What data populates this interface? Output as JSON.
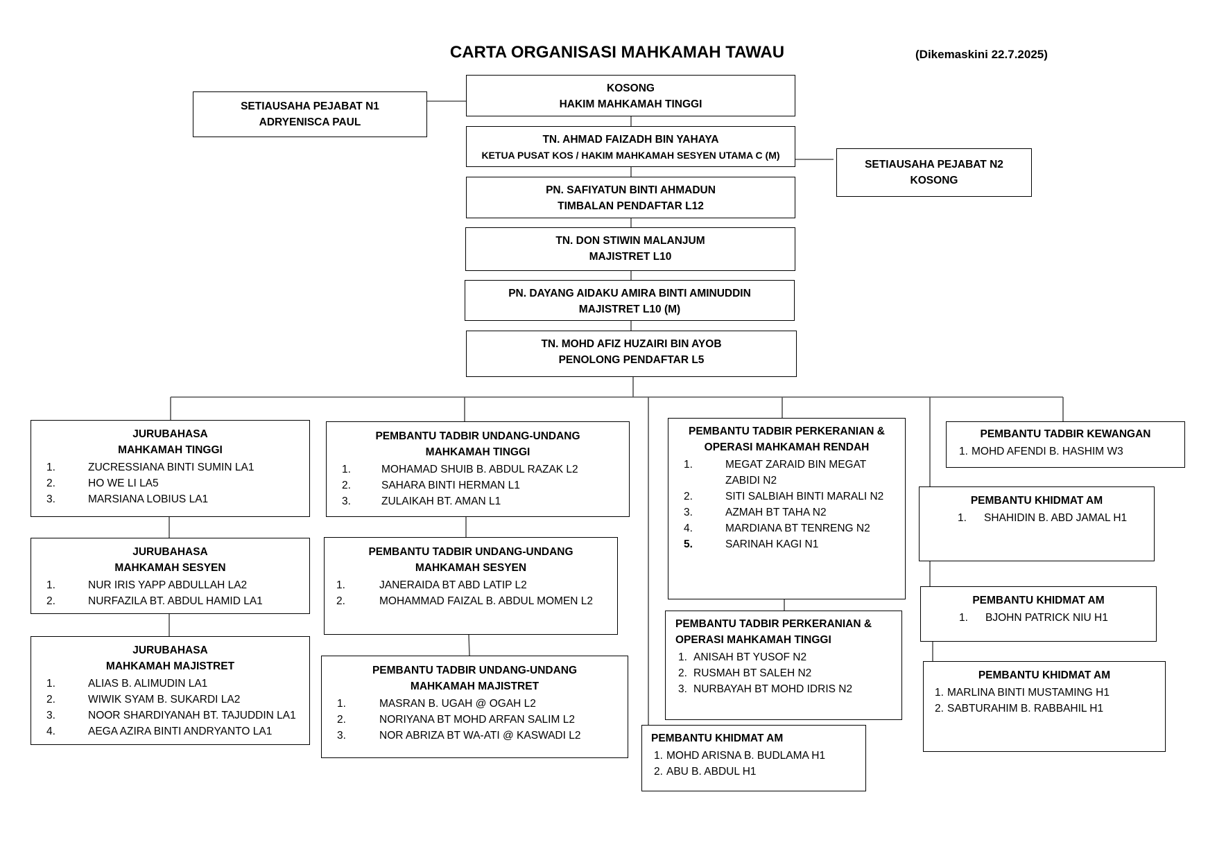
{
  "header": {
    "title": "CARTA ORGANISASI MAHKAMAH TAWAU",
    "updated": "(Dikemaskini 22.7.2025)"
  },
  "hierarchy": [
    {
      "name": "KOSONG",
      "role": "HAKIM MAHKAMAH TINGGI"
    },
    {
      "name": "TN. AHMAD FAIZADH BIN YAHAYA",
      "role": "KETUA PUSAT KOS / HAKIM MAHKAMAH SESYEN UTAMA C (M)"
    },
    {
      "name": "PN. SAFIYATUN BINTI AHMADUN",
      "role": "TIMBALAN PENDAFTAR L12"
    },
    {
      "name": "TN. DON STIWIN MALANJUM",
      "role": "MAJISTRET L10"
    },
    {
      "name": "PN. DAYANG AIDAKU AMIRA BINTI AMINUDDIN",
      "role": "MAJISTRET L10 (M)"
    },
    {
      "name": "TN. MOHD AFIZ HUZAIRI BIN AYOB",
      "role": "PENOLONG PENDAFTAR L5"
    }
  ],
  "secretaries": {
    "n1": {
      "title": "SETIAUSAHA PEJABAT N1",
      "name": "ADRYENISCA PAUL"
    },
    "n2": {
      "title": "SETIAUSAHA PEJABAT N2",
      "name": "KOSONG"
    }
  },
  "units": {
    "jb_mt": {
      "title": [
        "JURUBAHASA",
        "MAHKAMAH TINGGI"
      ],
      "items": [
        {
          "n": "1.",
          "t": "ZUCRESSIANA BINTI SUMIN LA1"
        },
        {
          "n": "2.",
          "t": "HO WE LI LA5"
        },
        {
          "n": "3.",
          "t": "MARSIANA LOBIUS LA1"
        }
      ]
    },
    "jb_ms": {
      "title": [
        "JURUBAHASA",
        "MAHKAMAH SESYEN"
      ],
      "items": [
        {
          "n": "1.",
          "t": "NUR IRIS YAPP ABDULLAH LA2"
        },
        {
          "n": "2.",
          "t": "NURFAZILA BT. ABDUL HAMID LA1"
        }
      ]
    },
    "jb_mm": {
      "title": [
        "JURUBAHASA",
        "MAHKAMAH MAJISTRET"
      ],
      "items": [
        {
          "n": "1.",
          "t": "ALIAS B. ALIMUDIN LA1"
        },
        {
          "n": "2.",
          "t": "WIWIK SYAM B. SUKARDI LA2"
        },
        {
          "n": "3.",
          "t": "NOOR SHARDIYANAH BT. TAJUDDIN LA1"
        },
        {
          "n": "4.",
          "t": "AEGA AZIRA BINTI ANDRYANTO LA1"
        }
      ]
    },
    "ptu_mt": {
      "title": [
        "PEMBANTU TADBIR UNDANG-UNDANG",
        "MAHKAMAH TINGGI"
      ],
      "items": [
        {
          "n": "1.",
          "t": "MOHAMAD SHUIB B. ABDUL RAZAK L2"
        },
        {
          "n": "2.",
          "t": "SAHARA BINTI HERMAN L1"
        },
        {
          "n": "3.",
          "t": "ZULAIKAH BT. AMAN L1"
        }
      ]
    },
    "ptu_ms": {
      "title": [
        "PEMBANTU TADBIR UNDANG-UNDANG",
        "MAHKAMAH SESYEN"
      ],
      "items": [
        {
          "n": "1.",
          "t": "JANERAIDA BT ABD LATIP L2"
        },
        {
          "n": "2.",
          "t": "MOHAMMAD FAIZAL B. ABDUL MOMEN L2"
        }
      ]
    },
    "ptu_mm": {
      "title": [
        "PEMBANTU TADBIR UNDANG-UNDANG",
        "MAHKAMAH MAJISTRET"
      ],
      "items": [
        {
          "n": "1.",
          "t": "MASRAN B. UGAH @ OGAH L2"
        },
        {
          "n": "2.",
          "t": "NORIYANA BT MOHD ARFAN SALIM L2"
        },
        {
          "n": "3.",
          "t": "NOR ABRIZA BT WA-ATI @ KASWADI L2"
        }
      ]
    },
    "ptp_mr": {
      "title": [
        "PEMBANTU TADBIR PERKERANIAN &",
        "OPERASI MAHKAMAH RENDAH"
      ],
      "items": [
        {
          "n": "1.",
          "t": "MEGAT ZARAID BIN MEGAT"
        },
        {
          "n": "",
          "t": "ZABIDI N2"
        },
        {
          "n": "2.",
          "t": "SITI SALBIAH BINTI MARALI N2"
        },
        {
          "n": "3.",
          "t": "AZMAH BT TAHA N2"
        },
        {
          "n": "4.",
          "t": "MARDIANA BT TENRENG N2"
        },
        {
          "n": "5.",
          "t": "SARINAH KAGI N1"
        }
      ]
    },
    "ptp_mt": {
      "title": [
        "PEMBANTU TADBIR PERKERANIAN &",
        "OPERASI MAHKAMAH TINGGI"
      ],
      "items": [
        {
          "n": "1.",
          "t": "ANISAH BT YUSOF N2"
        },
        {
          "n": "2.",
          "t": "RUSMAH BT SALEH N2"
        },
        {
          "n": "3.",
          "t": "NURBAYAH BT MOHD IDRIS N2"
        }
      ]
    },
    "pka_mid": {
      "title": [
        "PEMBANTU KHIDMAT AM"
      ],
      "items": [
        {
          "n": "1.",
          "t": "MOHD ARISNA B. BUDLAMA H1"
        },
        {
          "n": "2.",
          "t": "ABU B. ABDUL H1"
        }
      ]
    },
    "ptk": {
      "title": [
        "PEMBANTU TADBIR KEWANGAN"
      ],
      "items": [
        {
          "n": "1.",
          "t": "MOHD AFENDI B. HASHIM W3"
        }
      ]
    },
    "pka_1": {
      "title": [
        "PEMBANTU KHIDMAT AM"
      ],
      "items": [
        {
          "n": "1.",
          "t": "SHAHIDIN B. ABD JAMAL H1"
        }
      ]
    },
    "pka_2": {
      "title": [
        "PEMBANTU KHIDMAT AM"
      ],
      "items": [
        {
          "n": "1.",
          "t": "BJOHN PATRICK NIU H1"
        }
      ]
    },
    "pka_3": {
      "title": [
        "PEMBANTU KHIDMAT AM"
      ],
      "items": [
        {
          "n": "1.",
          "t": "MARLINA BINTI MUSTAMING H1"
        },
        {
          "n": "2.",
          "t": "SABTURAHIM B. RABBAHIL H1"
        }
      ]
    }
  }
}
